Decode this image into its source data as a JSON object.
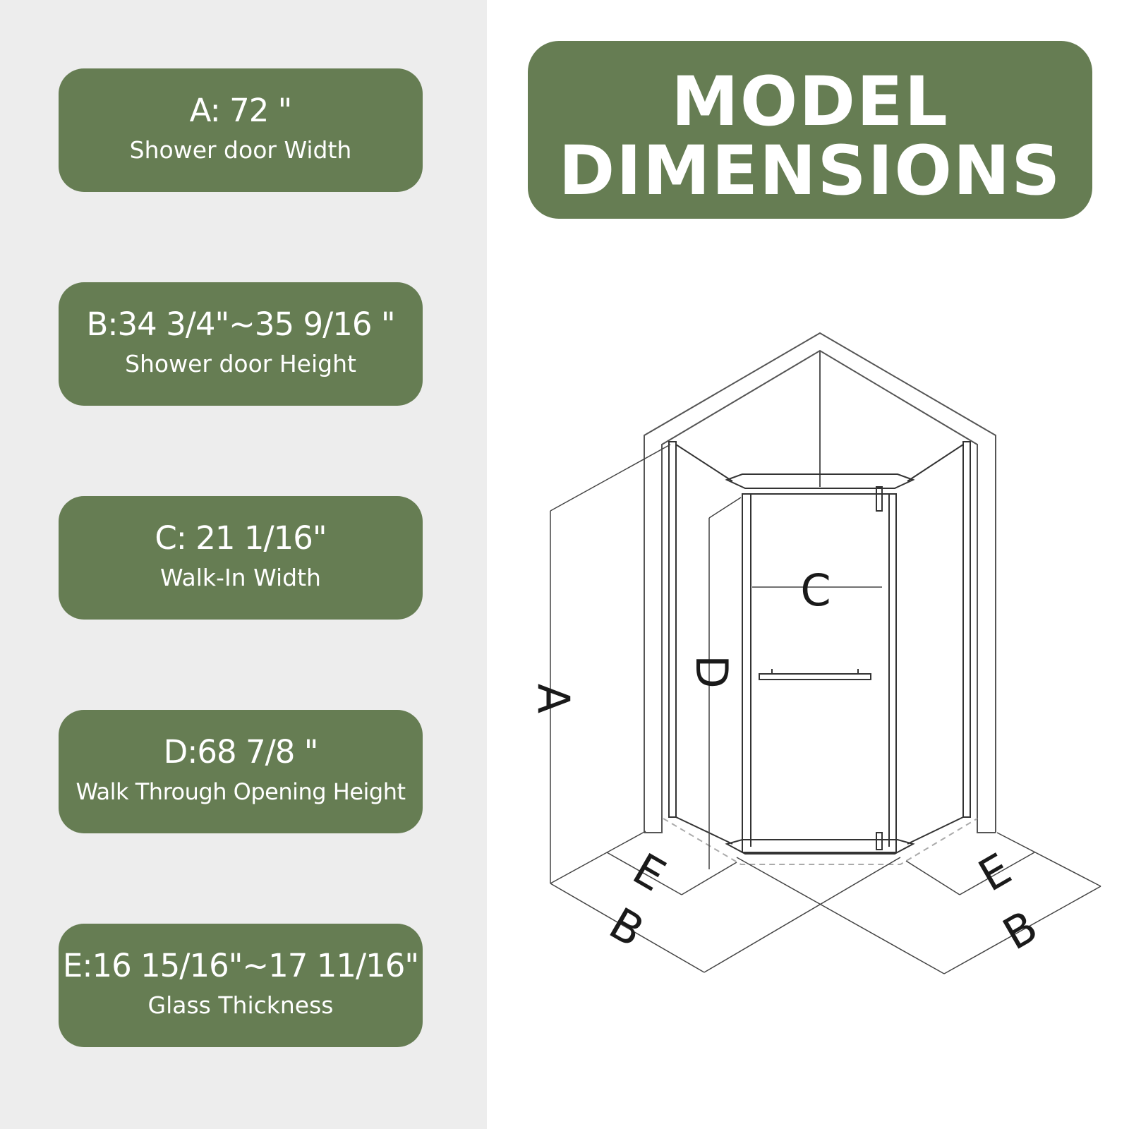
{
  "title": {
    "line1": "MODEL",
    "line2": "DIMENSIONS"
  },
  "specs": [
    {
      "value": "A: 72 \"",
      "label": "Shower door Width"
    },
    {
      "value": "B:34 3/4\"~35 9/16 \"",
      "label": "Shower door Height"
    },
    {
      "value": "C: 21 1/16\"",
      "label": "Walk-In Width"
    },
    {
      "value": "D:68 7/8 \"",
      "label": "Walk Through Opening Height"
    },
    {
      "value": "E:16 15/16\"~17 11/16\"",
      "label": "Glass Thickness"
    }
  ],
  "diagram": {
    "letters": {
      "a": "A",
      "b_left": "B",
      "b_right": "B",
      "c": "C",
      "d": "D",
      "e_left": "E",
      "e_right": "E"
    }
  },
  "colors": {
    "card_green": "#667d53",
    "left_background": "#ededed",
    "line_color": "#333333"
  }
}
